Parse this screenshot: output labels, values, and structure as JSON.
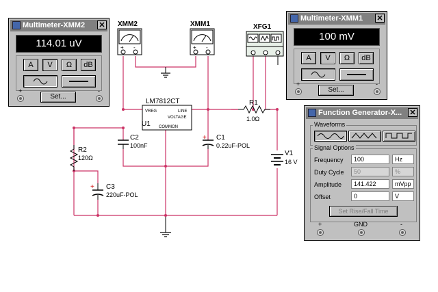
{
  "schematic": {
    "xmm2_label": "XMM2",
    "xmm1_label": "XMM1",
    "xfg1_label": "XFG1",
    "regulator_part": "LM7812CT",
    "regulator_ref": "U1",
    "regulator_pin_vreg": "VREG",
    "regulator_pin_line": "LINE",
    "regulator_pin_voltage": "VOLTAGE",
    "regulator_pin_common": "COMMON",
    "r1_ref": "R1",
    "r1_value": "1.0Ω",
    "r2_ref": "R2",
    "r2_value": "120Ω",
    "c1_ref": "C1",
    "c1_value": "0.22uF-POL",
    "c2_ref": "C2",
    "c2_value": "100nF",
    "c3_ref": "C3",
    "c3_value": "220uF-POL",
    "v1_ref": "V1",
    "v1_value": "16 V",
    "plus": "+",
    "minus": "-"
  },
  "multimeter_xmm2": {
    "title": "Multimeter-XMM2",
    "close": "✕",
    "reading": "114.01 uV",
    "btn_a": "A",
    "btn_v": "V",
    "btn_ohm": "Ω",
    "btn_db": "dB",
    "btn_set": "Set...",
    "plus": "+",
    "minus": "-"
  },
  "multimeter_xmm1": {
    "title": "Multimeter-XMM1",
    "close": "✕",
    "reading": "100 mV",
    "btn_a": "A",
    "btn_v": "V",
    "btn_ohm": "Ω",
    "btn_db": "dB",
    "btn_set": "Set...",
    "plus": "+",
    "minus": "-"
  },
  "function_generator": {
    "title": "Function Generator-X...",
    "close": "✕",
    "waveforms_label": "Waveforms",
    "signal_options_label": "Signal Options",
    "frequency_label": "Frequency",
    "frequency_value": "100",
    "frequency_unit": "Hz",
    "duty_cycle_label": "Duty Cycle",
    "duty_cycle_value": "50",
    "duty_cycle_unit": "%",
    "amplitude_label": "Amplitude",
    "amplitude_value": "141.422",
    "amplitude_unit": "mVpp",
    "offset_label": "Offset",
    "offset_value": "0",
    "offset_unit": "V",
    "rise_fall_button": "Set Rise/Fall Time",
    "plus": "+",
    "gnd": "GND",
    "minus": "-"
  },
  "colors": {
    "wire": "#cc3366",
    "wire_black": "#000000",
    "component": "#000000",
    "display_bg": "#000000",
    "display_fg": "#ffffff",
    "window_bg": "#c0c0c0",
    "titlebar": "#808080"
  }
}
